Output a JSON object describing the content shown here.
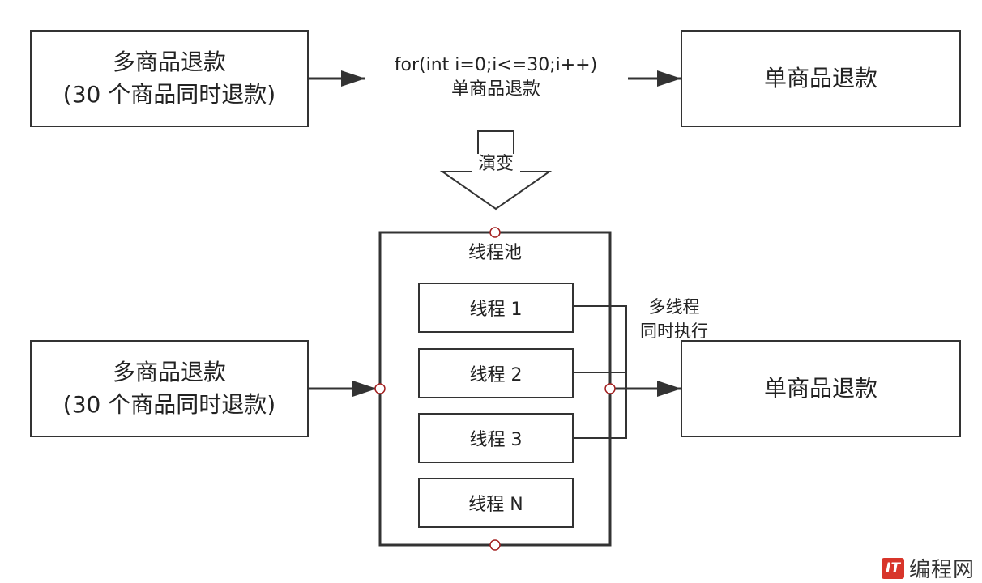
{
  "top": {
    "left_box": {
      "line1": "多商品退款",
      "line2": "(30 个商品同时退款)"
    },
    "loop_text": {
      "line1": "for(int i=0;i<=30;i++)",
      "line2": "单商品退款"
    },
    "right_box": "单商品退款"
  },
  "evolve_label": "演变",
  "bottom": {
    "left_box": {
      "line1": "多商品退款",
      "line2": "(30 个商品同时退款)"
    },
    "pool_title": "线程池",
    "threads": [
      "线程 1",
      "线程 2",
      "线程 3",
      "线程 N"
    ],
    "multi_label": {
      "line1": "多线程",
      "line2": "同时执行"
    },
    "right_box": "单商品退款"
  },
  "watermark": {
    "mark": "IT",
    "text": "编程网"
  }
}
